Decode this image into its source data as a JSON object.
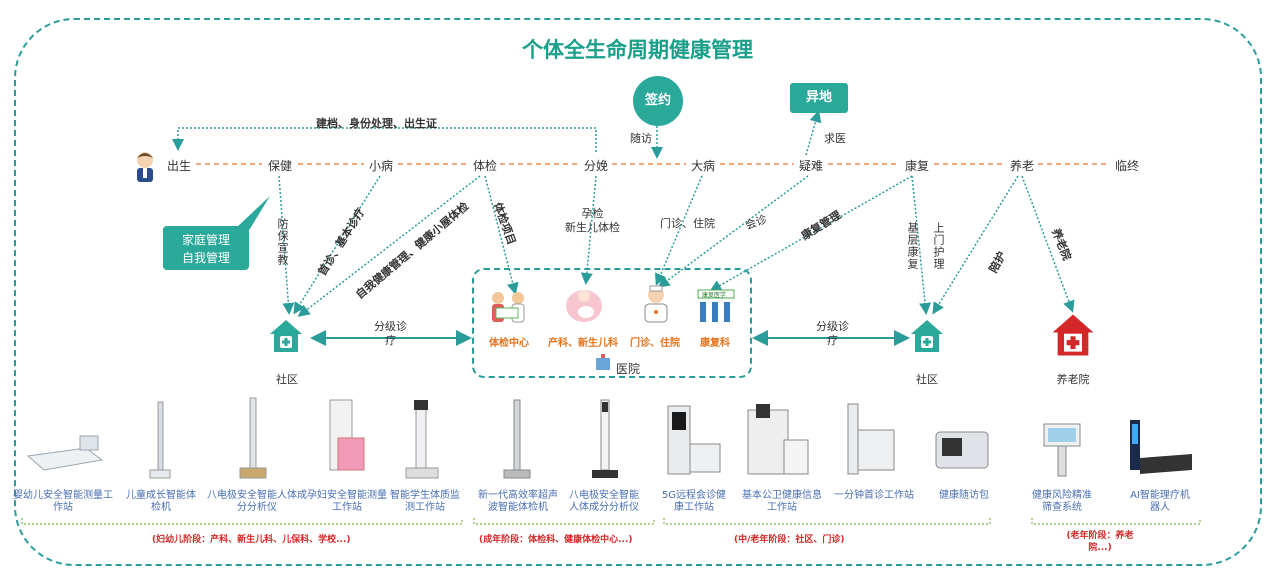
{
  "title": "个体全生命周期健康管理",
  "stages": [
    "出生",
    "保健",
    "小病",
    "体检",
    "分娩",
    "大病",
    "疑难",
    "康复",
    "养老",
    "临终"
  ],
  "signing": "签约",
  "other_place": "异地",
  "family_box": [
    "家庭管理",
    "自我管理"
  ],
  "flow_labels": {
    "top_arrow": "建档、身份处理、出生证",
    "followup": "随访",
    "seek": "求医",
    "fangbao": "防保宣教",
    "first_diag": "首诊、基本诊疗",
    "self_health": "自我健康管理、健康小屋体检",
    "checkup_items": "体检项目",
    "pregnancy": [
      "孕检",
      "新生儿体检"
    ],
    "outpatient": "门诊、住院",
    "consult": "会诊",
    "rehab_mgmt": "康复管理",
    "basic_rehab": "基层康复",
    "home_care": "上门护理",
    "escort": "陪护",
    "elderly": "养老院"
  },
  "left_referral": [
    "分级诊",
    "疗"
  ],
  "right_referral": [
    "分级诊",
    "疗"
  ],
  "community_left": "社区",
  "community_right": "社区",
  "nursing_home": "养老院",
  "hospital": {
    "label": "医院",
    "depts": [
      "体检中心",
      "产科、新生儿科",
      "门诊、住院",
      "康复科"
    ],
    "rehab_sign": "康复医学"
  },
  "devices": [
    "婴幼儿安全智能测量工作站",
    "儿童成长智能体检机",
    "八电极安全智能人体成分分析仪",
    "孕妇安全智能测量工作站",
    "智能学生体质监测工作站",
    "新一代高效率超声波智能体检机",
    "八电极安全智能人体成分分析仪",
    "5G远程会诊健康工作站",
    "基本公卫健康信息工作站",
    "一分钟首诊工作站",
    "健康随访包",
    "健康风险精准筛查系统",
    "AI智能理疗机器人"
  ],
  "phases": [
    "(妇幼儿阶段：产科、新生儿科、儿保科、学校...)",
    "(成年阶段：体检科、健康体检中心...)",
    "(中/老年阶段：社区、门诊)",
    "(老年阶段：养老院...)"
  ],
  "colors": {
    "teal": "#2aa89a",
    "orange": "#e8731b",
    "red": "#d42828",
    "blue": "#4a6fb3"
  }
}
